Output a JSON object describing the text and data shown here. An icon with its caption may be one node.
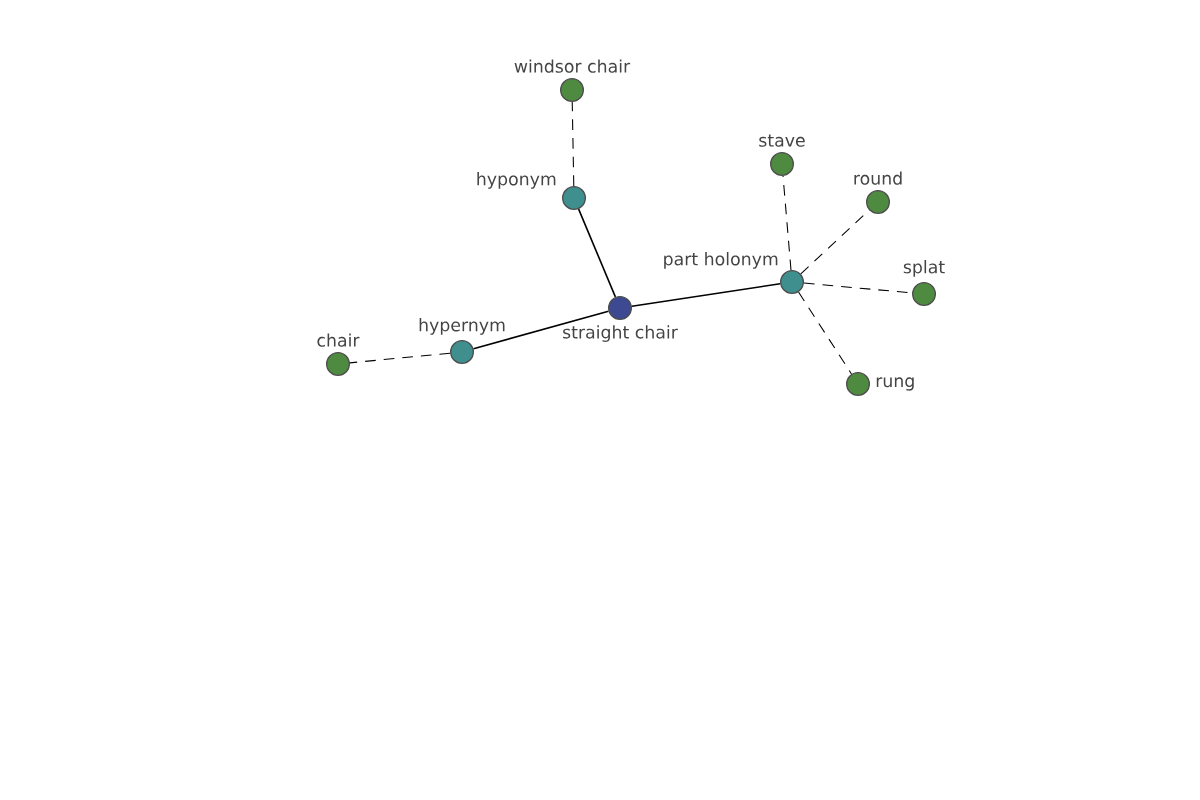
{
  "diagram": {
    "nodes": [
      {
        "text": [
          "straight chair"
        ]
      },
      {
        "text": [
          "hyponym"
        ]
      },
      {
        "text": [
          "windsor chair"
        ]
      },
      {
        "text": [
          "hypernym"
        ]
      },
      {
        "text": [
          "chair"
        ]
      },
      {
        "text": [
          "part holonym"
        ]
      },
      {
        "text": [
          "stave"
        ]
      },
      {
        "text": [
          "round"
        ]
      },
      {
        "text": [
          "splat"
        ]
      },
      {
        "text": [
          "rung"
        ]
      }
    ],
    "edges": [
      {
        "from": 0,
        "to": 1,
        "arrow": "none"
      },
      {
        "from": 1,
        "to": 2,
        "arrow": "none",
        "style": "dashed"
      },
      {
        "from": 0,
        "to": 3,
        "arrow": "none"
      },
      {
        "from": 3,
        "to": 4,
        "arrow": "none",
        "style": "dashed"
      },
      {
        "from": 0,
        "to": 5,
        "arrow": "none"
      },
      {
        "from": 5,
        "to": 6,
        "arrow": "none",
        "style": "dashed"
      },
      {
        "from": 5,
        "to": 7,
        "arrow": "none",
        "style": "dashed"
      },
      {
        "from": 5,
        "to": 8,
        "arrow": "none",
        "style": "dashed"
      },
      {
        "from": 5,
        "to": 9,
        "arrow": "none",
        "style": "dashed"
      }
    ]
  }
}
